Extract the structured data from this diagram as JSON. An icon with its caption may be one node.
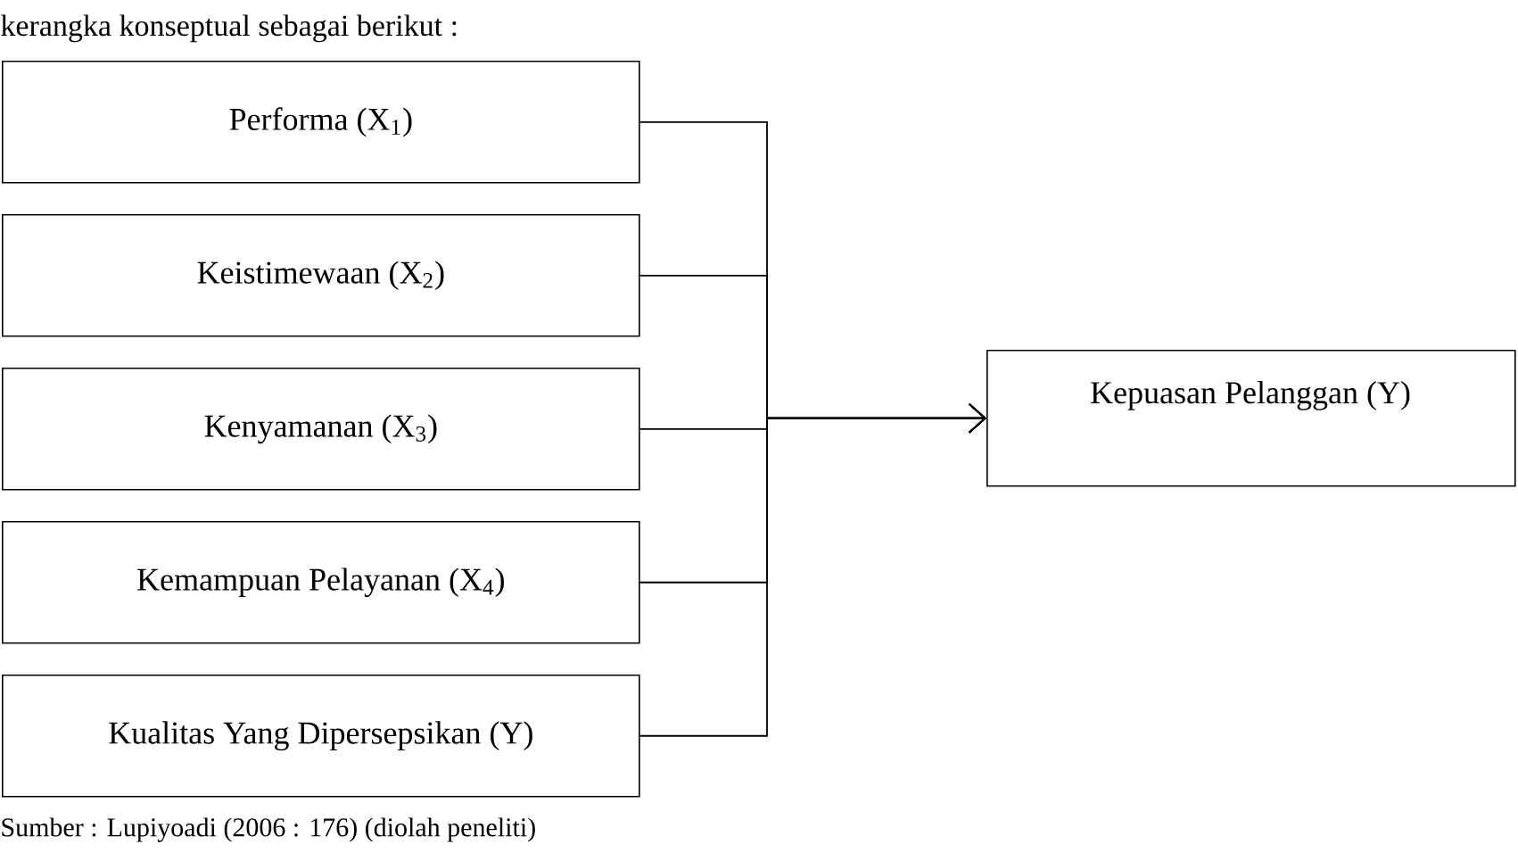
{
  "diagram": {
    "nodes": [
      {
        "text": [
          "Performa (X$_{1}$)"
        ]
      },
      {
        "text": [
          "Keistimewaan (X$_{2}$)"
        ]
      },
      {
        "text": [
          "Kenyamanan (X$_{3}$)"
        ]
      },
      {
        "text": [
          "Kemampuan Pelayanan  (X$_{4}$)"
        ]
      },
      {
        "text": [
          "Kualitas Yang Dipersepsikan (Y)"
        ]
      },
      {
        "text": [
          "Kepuasan Pelanggan (Y)"
        ]
      }
    ],
    "edges": [
      {
        "from": 0,
        "to": 5,
        "arrow": "to"
      },
      {
        "from": 1,
        "to": 5,
        "arrow": "to"
      },
      {
        "from": 2,
        "to": 5,
        "arrow": "to"
      },
      {
        "from": 3,
        "to": 5,
        "arrow": "to"
      },
      {
        "from": 4,
        "to": 5,
        "arrow": "to"
      }
    ],
    "labels": [
      "kerangka konseptual sebagai berikut :",
      "Sumber :   Lupiyoadi (2006 : 176) (diolah peneliti)"
    ]
  }
}
